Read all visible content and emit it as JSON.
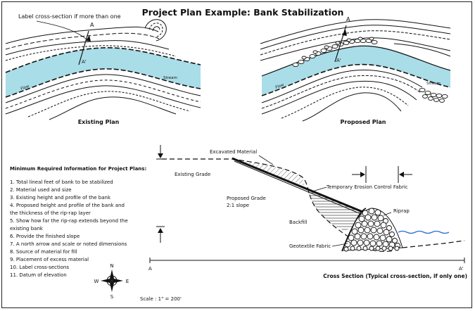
{
  "title": "Project Plan Example: Bank Stabilization",
  "existing_plan": {
    "caption": "Existing Plan",
    "cross_section_note": "Label cross-section if more than one",
    "marker_a": "A",
    "marker_a_prime": "A'",
    "stream_label": "Stream",
    "flow_label": "Flow"
  },
  "proposed_plan": {
    "caption": "Proposed Plan",
    "marker_a": "A",
    "marker_a_prime": "A'",
    "stream_label": "Stream",
    "flow_label": "Flow"
  },
  "requirements": {
    "heading": "Minimum Required Information for Project Plans:",
    "items": [
      "1. Total lineal feet of bank to be stabilized",
      "2. Material used and size",
      "3. Existing height and profile of the bank",
      "4.  Proposed height and profile of the bank and",
      "the thickness of the rip-rap layer",
      "5. Show how far the rip-rap extends beyond the",
      "existing bank",
      "6. Provide the finished slope",
      "7. A north arrow and scale or noted dimensions",
      "8. Source of material for fill",
      "9. Placement of excess material",
      "10.  Label cross-sections",
      "11.  Datum of elevation"
    ]
  },
  "compass": {
    "n": "N",
    "s": "S",
    "e": "E",
    "w": "W"
  },
  "scale_text": "Scale : 1\" = 200'",
  "cross_section": {
    "excavated": "Excavated Material",
    "existing_grade": "Existing Grade",
    "temp_fabric": "Temporary Erosion Control Fabric",
    "proposed_grade_1": "Proposed Grade",
    "proposed_grade_2": "2:1 slope",
    "backfill": "Backfill",
    "riprap": "Riprap",
    "geotextile": "Geotextile Fabric",
    "a": "A",
    "a_prime": "A'",
    "caption": "Cross Section (Typical cross-section, if only one)"
  },
  "colors": {
    "stream": "#a9dde8",
    "line": "#111111"
  }
}
